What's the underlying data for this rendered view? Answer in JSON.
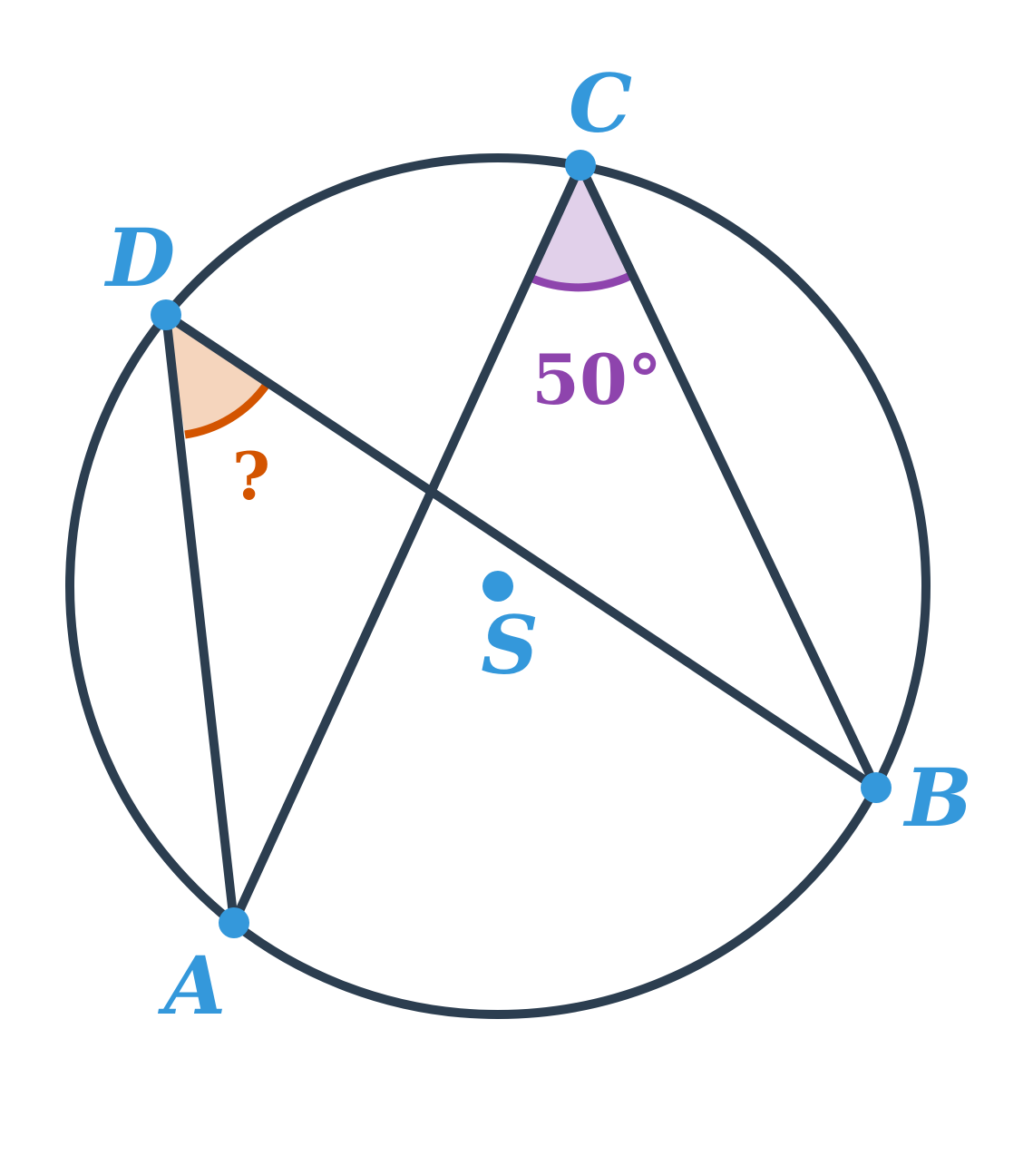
{
  "diagram": {
    "points": {
      "A": "A",
      "B": "B",
      "C": "C",
      "D": "D",
      "S": "S"
    },
    "angle_at_C": {
      "label": "50°",
      "value_deg": 50
    },
    "angle_at_D": {
      "label": "?"
    },
    "colors": {
      "stroke": "#2c3e50",
      "point": "#3498db",
      "angle_known_fill": "#e1d0ea",
      "angle_known_stroke": "#8e44ad",
      "angle_unknown_fill": "#f5d5bd",
      "angle_unknown_stroke": "#d35400"
    }
  }
}
